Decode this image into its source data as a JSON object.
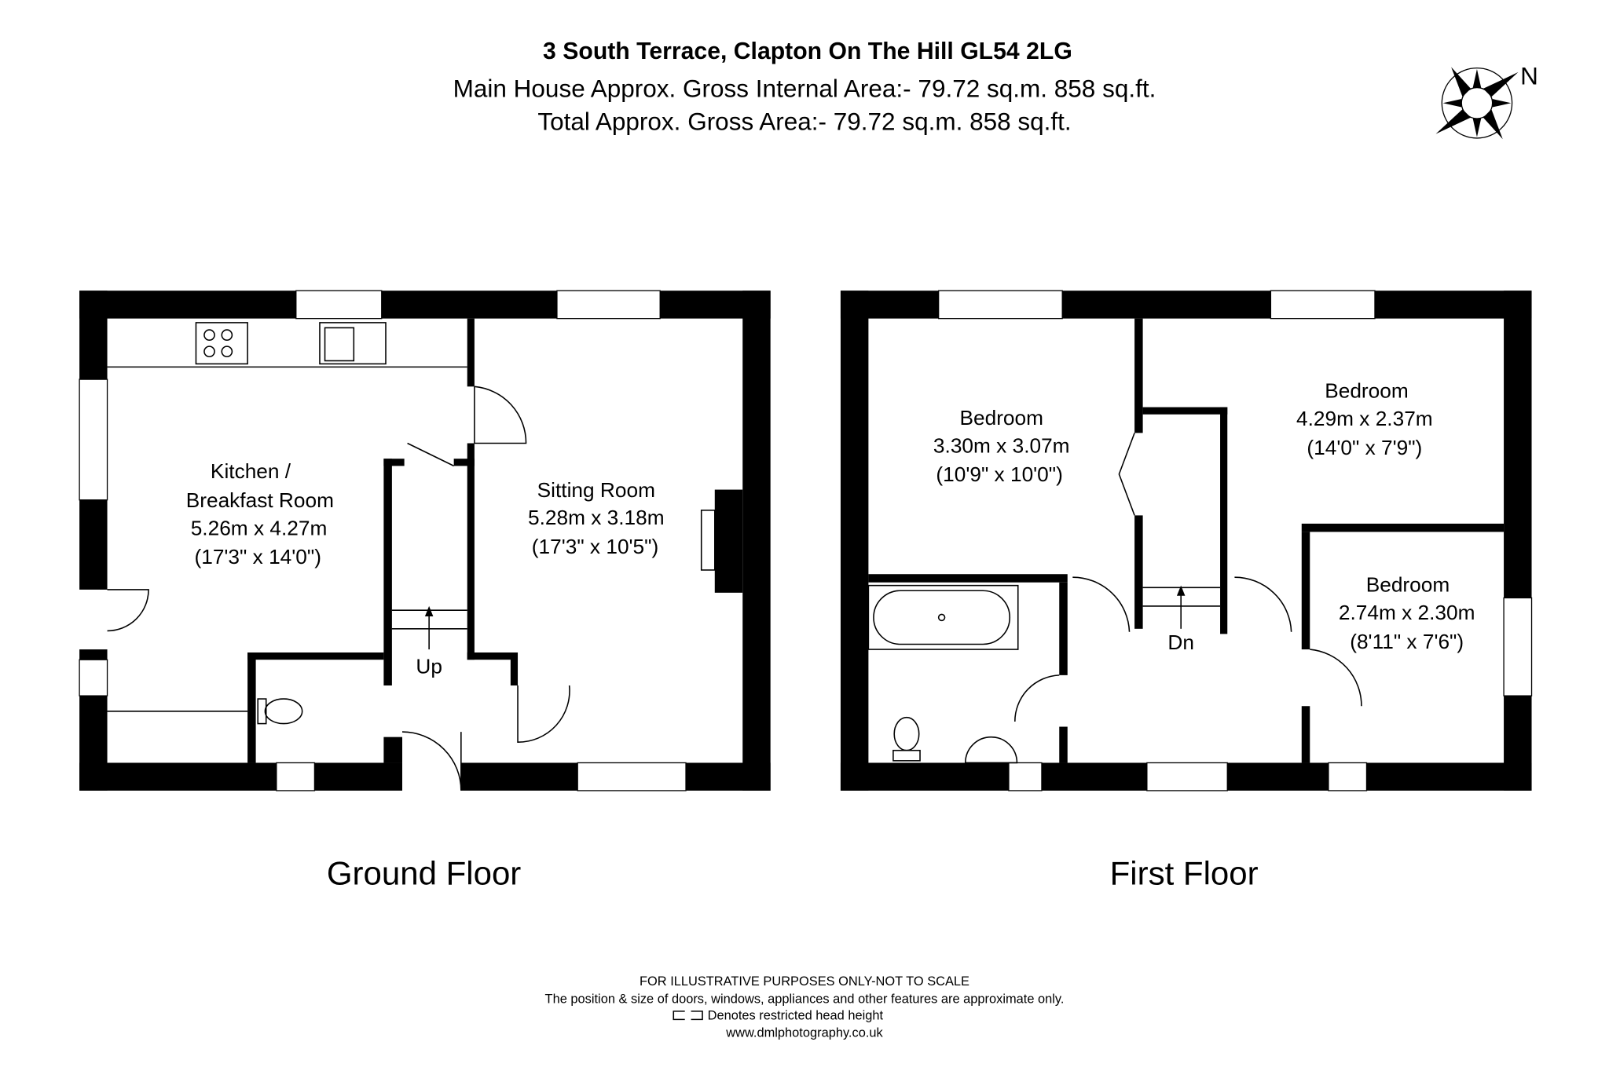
{
  "header": {
    "title": "3 South Terrace, Clapton On The Hill GL54 2LG",
    "main_area": "Main House Approx. Gross Internal Area:- 79.72 sq.m. 858 sq.ft.",
    "total_area": "Total Approx. Gross Area:- 79.72 sq.m. 858 sq.ft.",
    "compass_label": "N"
  },
  "ground_floor": {
    "label": "Ground Floor",
    "rooms": [
      {
        "name_line1": "Kitchen /",
        "name_line2": "Breakfast Room",
        "metric": "5.26m x 4.27m",
        "imperial": "(17'3\" x 14'0\")"
      },
      {
        "name": "Sitting Room",
        "metric": "5.28m x 3.18m",
        "imperial": "(17'3\" x 10'5\")"
      }
    ],
    "stairs_label": "Up"
  },
  "first_floor": {
    "label": "First Floor",
    "rooms": [
      {
        "name": "Bedroom",
        "metric": "3.30m x 3.07m",
        "imperial": "(10'9\" x 10'0\")"
      },
      {
        "name": "Bedroom",
        "metric": "4.29m x 2.37m",
        "imperial": "(14'0\" x 7'9\")"
      },
      {
        "name": "Bedroom",
        "metric": "2.74m x 2.30m",
        "imperial": "(8'11\" x 7'6\")"
      }
    ],
    "stairs_label": "Dn"
  },
  "footer": {
    "disclaimer": "FOR ILLUSTRATIVE PURPOSES ONLY-NOT TO SCALE",
    "note": "The position & size of doors, windows, appliances and other features are approximate only.",
    "legend": "Denotes restricted head height",
    "website": "www.dmlphotography.co.uk"
  }
}
